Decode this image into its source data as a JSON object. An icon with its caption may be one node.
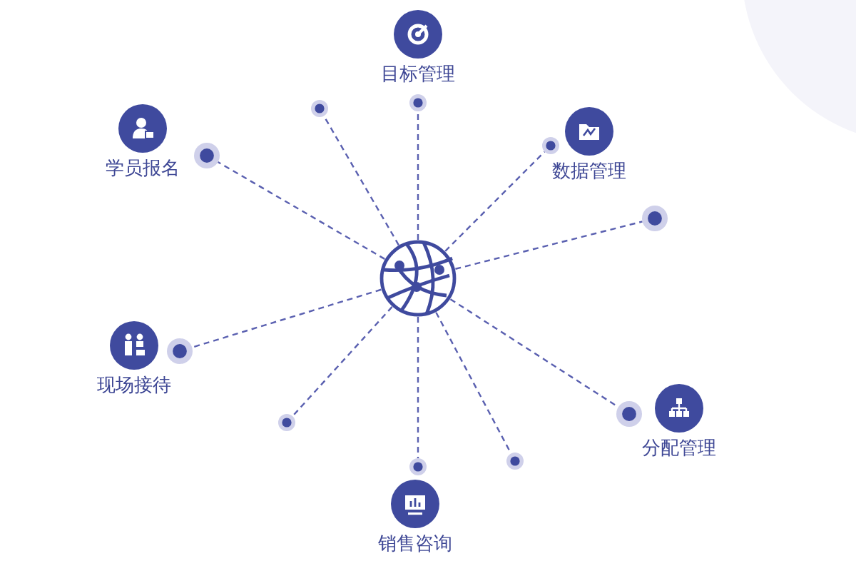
{
  "diagram": {
    "nodes": [
      {
        "text": [],
        "shape": "picture"
      },
      {
        "text": [
          "目标管理"
        ]
      },
      {
        "text": [
          "学员报名"
        ]
      },
      {
        "text": [
          "数据管理"
        ]
      },
      {
        "text": [
          "现场接待"
        ]
      },
      {
        "text": [
          "分配管理"
        ]
      },
      {
        "text": [
          "销售咨询"
        ]
      },
      {
        "text": [],
        "shape": "circle"
      },
      {
        "text": [],
        "shape": "circle"
      },
      {
        "text": [],
        "shape": "circle"
      },
      {
        "text": [],
        "shape": "circle"
      },
      {
        "text": [],
        "shape": "circle"
      },
      {
        "text": [],
        "shape": "circle"
      },
      {
        "text": [],
        "shape": "circle"
      },
      {
        "text": [],
        "shape": "circle"
      },
      {
        "text": [],
        "shape": "circle"
      },
      {
        "text": [],
        "shape": "circle"
      }
    ],
    "edges": [
      {
        "from": 0,
        "to": 7,
        "arrow": "none"
      },
      {
        "from": 0,
        "to": 8,
        "arrow": "none"
      },
      {
        "from": 0,
        "to": 9,
        "arrow": "none"
      },
      {
        "from": 0,
        "to": 10,
        "arrow": "none"
      },
      {
        "from": 0,
        "to": 11,
        "arrow": "none"
      },
      {
        "from": 0,
        "to": 12,
        "arrow": "none"
      },
      {
        "from": 0,
        "to": 13,
        "arrow": "none"
      },
      {
        "from": 0,
        "to": 14,
        "arrow": "none"
      },
      {
        "from": 0,
        "to": 15,
        "arrow": "none"
      },
      {
        "from": 0,
        "to": 16,
        "arrow": "none"
      }
    ]
  }
}
